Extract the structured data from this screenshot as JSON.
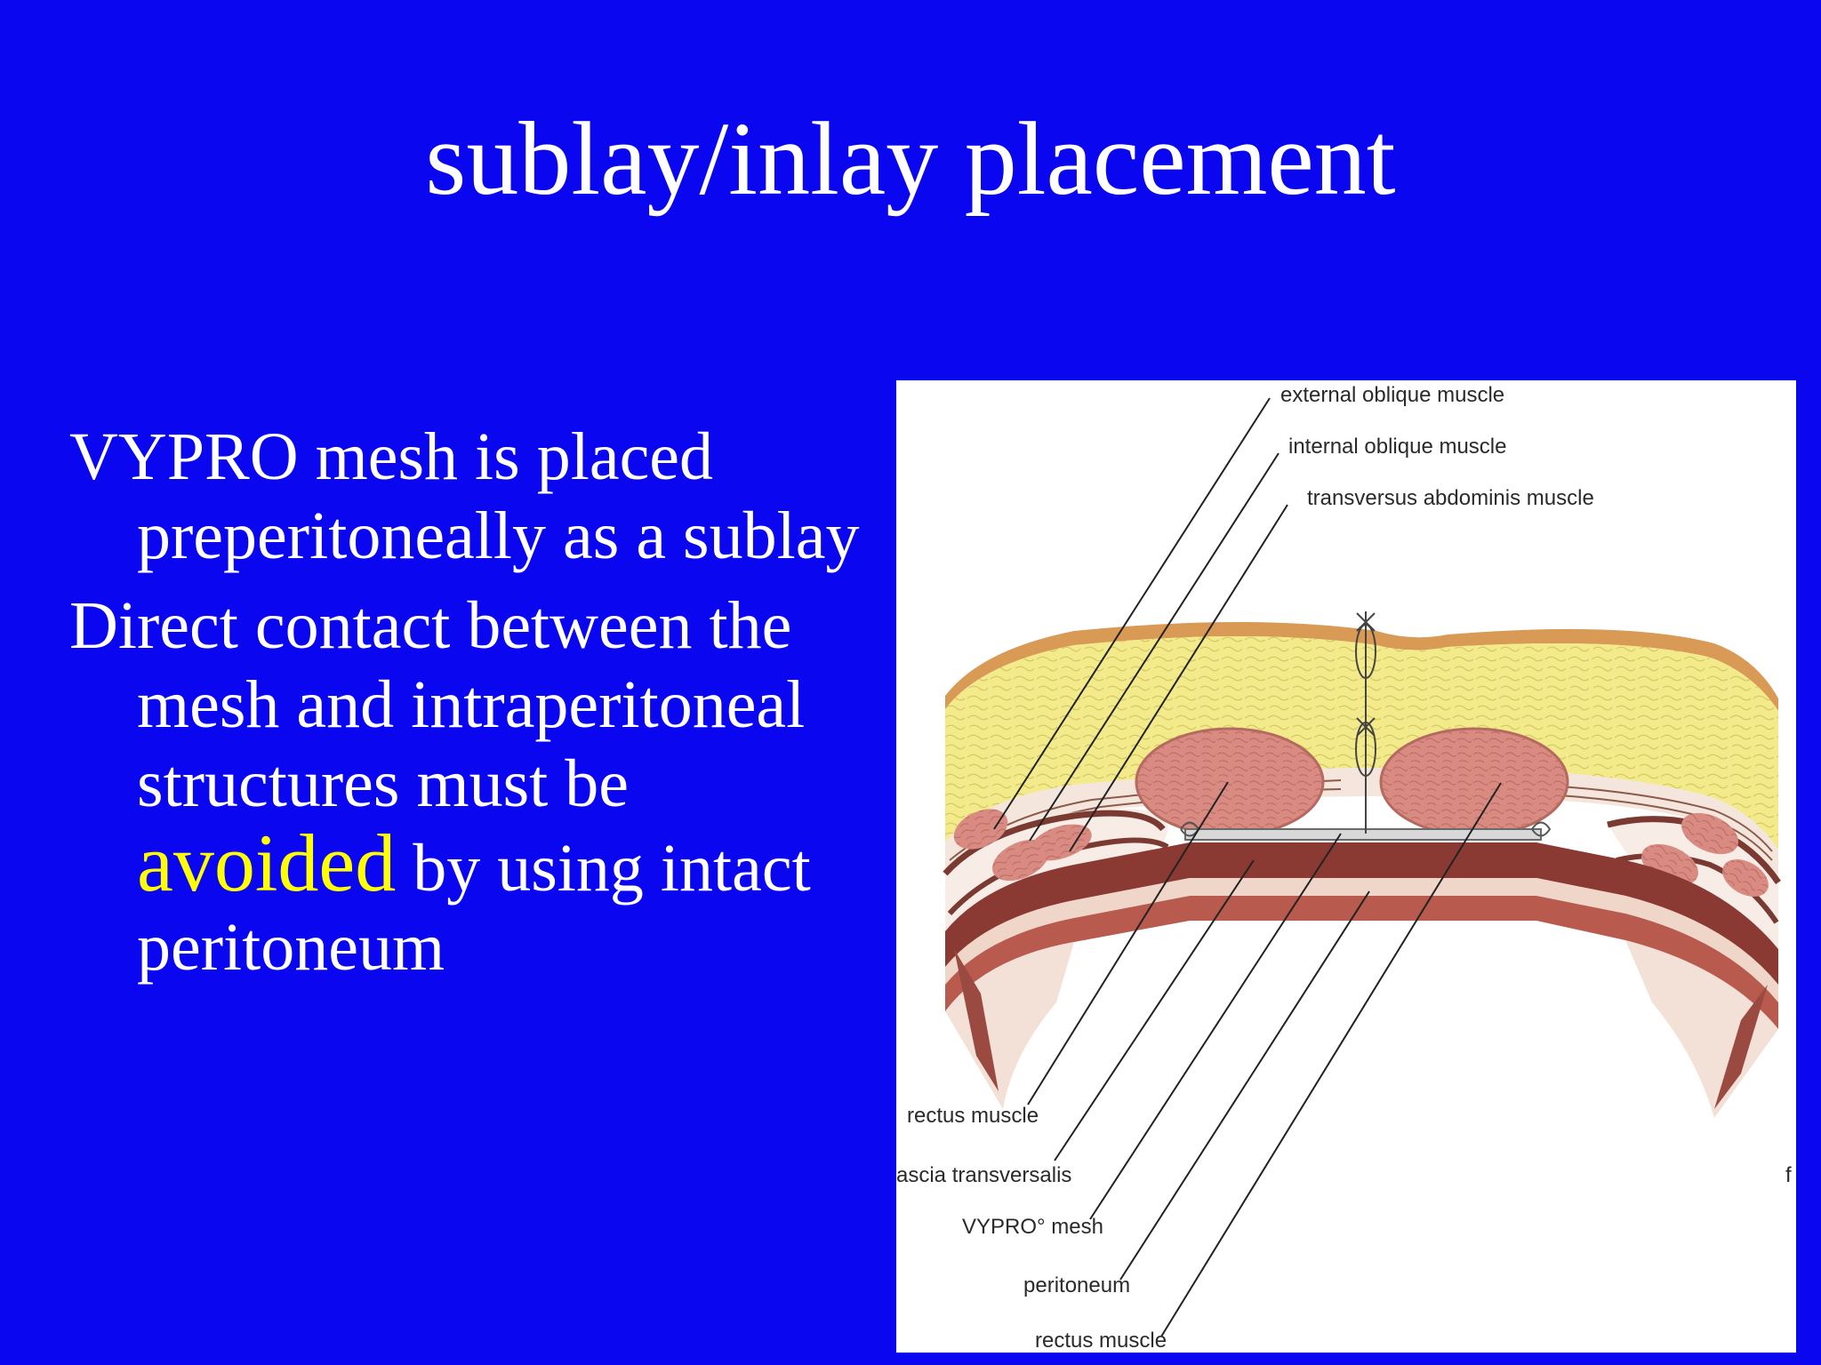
{
  "title": "sublay/inlay  placement",
  "bullets": [
    {
      "text": "VYPRO mesh is placed preperitoneally as a sublay"
    },
    {
      "before": "Direct contact between the mesh and intraperitoneal structures must be ",
      "highlight": "avoided",
      "after": " by using intact peritoneum"
    }
  ],
  "figure": {
    "labels": {
      "external_oblique": "external oblique muscle",
      "internal_oblique": "internal oblique muscle",
      "transversus": "transversus abdominis muscle",
      "rectus_1": "rectus muscle",
      "fascia": "ascia transversalis",
      "mesh": "VYPRO° mesh",
      "peritoneum": "peritoneum",
      "rectus_2": "rectus muscle",
      "edge_mark": "f"
    }
  },
  "colors": {
    "background": "#0a07f0",
    "text": "#ffffff",
    "highlight": "#ffff00"
  }
}
